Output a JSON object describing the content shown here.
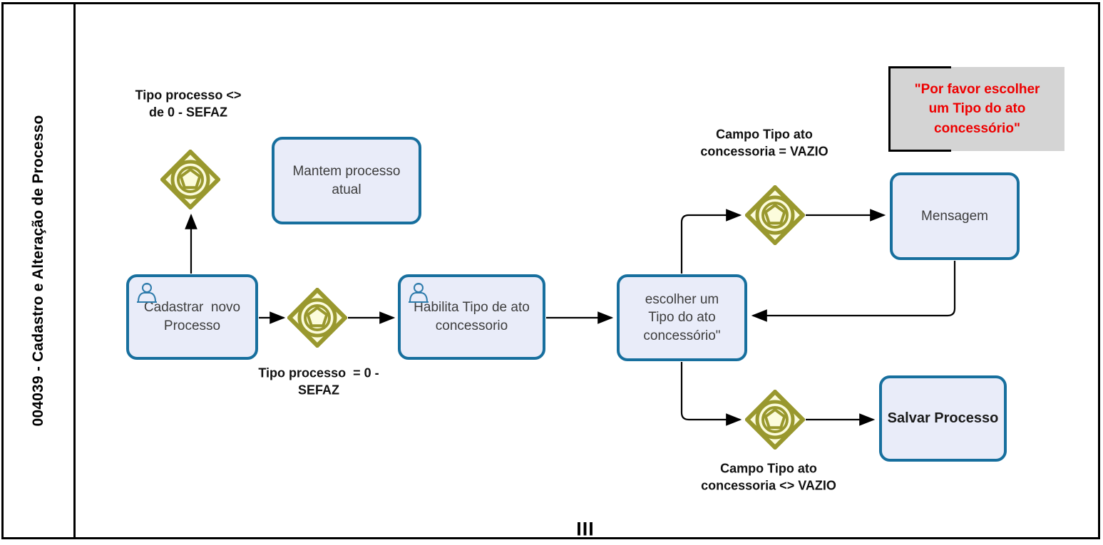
{
  "diagram": {
    "lane_title": "004039 - Cadastro e Alteração de Processo",
    "phase_marker": "III"
  },
  "tasks": {
    "cadastrar": "Cadastrar  novo\nProcesso",
    "mantem": "Mantem processo\natual",
    "habilita": "Habilita Tipo de ato\nconcessorio",
    "escolher": "escolher um\nTipo do ato\nconcessório\"",
    "mensagem": "Mensagem",
    "salvar": "Salvar Processo"
  },
  "labels": {
    "tipo_processo_diferente": "Tipo processo <>\nde 0 - SEFAZ",
    "tipo_processo_igual": "Tipo processo  = 0 -\nSEFAZ",
    "campo_vazio": "Campo Tipo ato\nconcessoria = VAZIO",
    "campo_nao_vazio": "Campo Tipo ato\nconcessoria <> VAZIO"
  },
  "annotation": {
    "text": "\"Por favor escolher\num Tipo do ato\nconcessório\""
  },
  "colors": {
    "node_border": "#176f9e",
    "node_fill": "#e9ecf9",
    "gateway_stroke": "#99982e",
    "gateway_fill": "#fcfcdc",
    "annotation_bg": "#d4d4d4",
    "annotation_text": "#ee0000",
    "edge": "#000000"
  }
}
